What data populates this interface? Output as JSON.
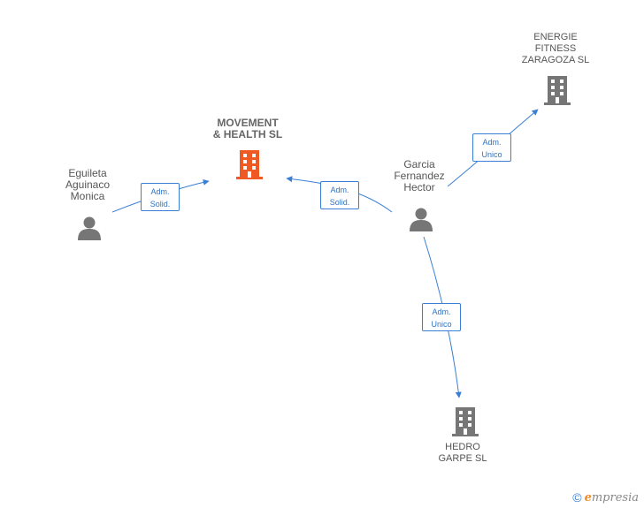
{
  "colors": {
    "edge": "#3a7fd4",
    "person": "#767676",
    "company": "#767676",
    "company_highlight": "#ef5a24"
  },
  "nodes": {
    "movement": {
      "lines": [
        "MOVEMENT",
        "& HEALTH  SL"
      ],
      "icon": "building-icon",
      "highlight": true
    },
    "energie": {
      "lines": [
        "ENERGIE",
        "FITNESS",
        "ZARAGOZA  SL"
      ],
      "icon": "building-icon"
    },
    "hedro": {
      "lines": [
        "HEDRO",
        "GARPE SL"
      ],
      "icon": "building-icon"
    },
    "eguileta": {
      "lines": [
        "Eguileta",
        "Aguinaco",
        "Monica"
      ],
      "icon": "person-icon"
    },
    "garcia": {
      "lines": [
        "Garcia",
        "Fernandez",
        "Hector"
      ],
      "icon": "person-icon"
    }
  },
  "edges": {
    "eguileta_movement": {
      "lines": [
        "Adm.",
        "Solid."
      ]
    },
    "garcia_movement": {
      "lines": [
        "Adm.",
        "Solid."
      ]
    },
    "garcia_energie": {
      "lines": [
        "Adm.",
        "Unico"
      ]
    },
    "garcia_hedro": {
      "lines": [
        "Adm.",
        "Unico"
      ]
    }
  },
  "watermark": {
    "symbol": "©",
    "brand_initial": "e",
    "brand_rest": "mpresia"
  }
}
